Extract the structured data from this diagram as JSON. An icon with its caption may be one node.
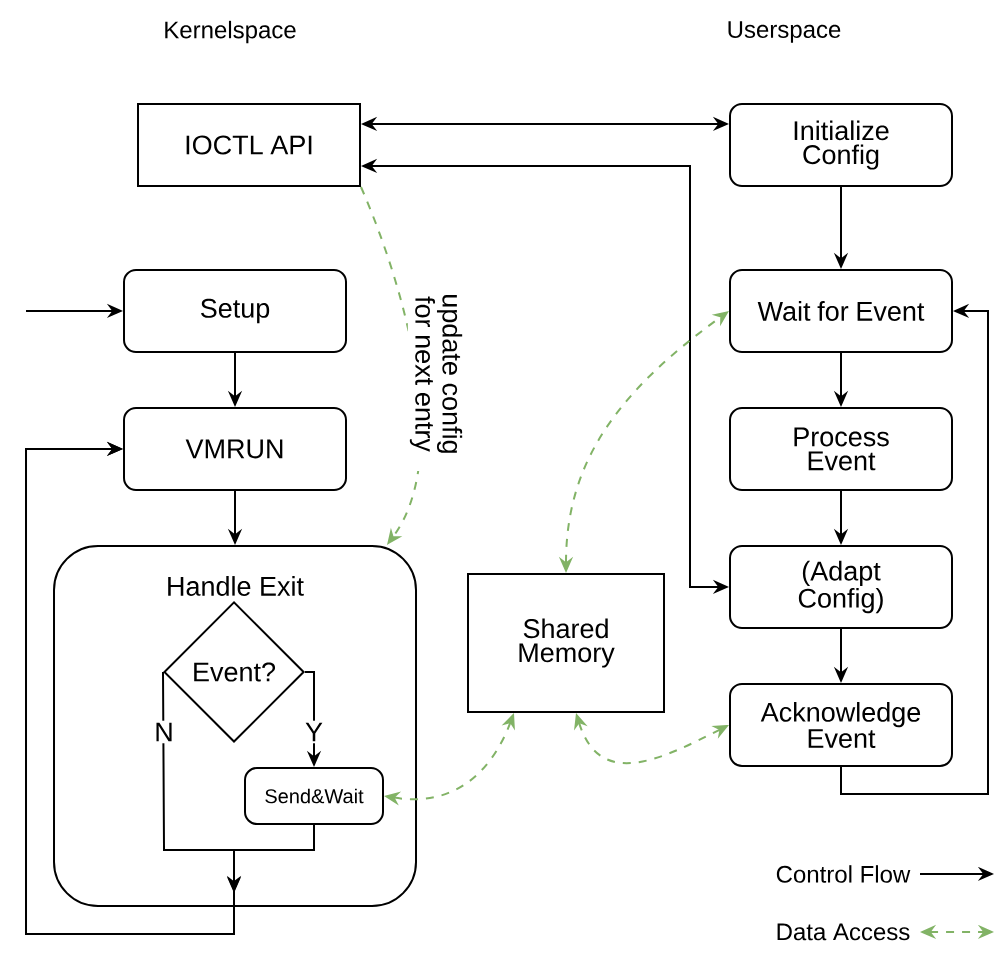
{
  "diagram": {
    "nodes": [
      {
        "text": [
          "IOCTL API"
        ]
      },
      {
        "text": [
          "Initialize Config"
        ]
      },
      {
        "text": [
          "Setup"
        ]
      },
      {
        "text": [
          "VMRUN"
        ]
      },
      {
        "text": [
          "Handle Exit"
        ]
      },
      {
        "text": [
          "Event?"
        ],
        "in": 4
      },
      {
        "text": [
          "Send&Wait"
        ],
        "in": 4
      },
      {
        "text": [
          "Shared Memory"
        ]
      },
      {
        "text": [
          "Wait for Event"
        ]
      },
      {
        "text": [
          "Process Event"
        ]
      },
      {
        "text": [
          "(Adapt Config)"
        ]
      },
      {
        "text": [
          "Acknowledge Event"
        ]
      }
    ],
    "edges": [
      {
        "from": 0,
        "to": 1,
        "arrow": "both"
      },
      {
        "from": 0,
        "to": 10,
        "arrow": "both"
      },
      {
        "from": 1,
        "to": 8,
        "arrow": "to"
      },
      {
        "from": null,
        "to": 2,
        "arrow": "to"
      },
      {
        "from": 2,
        "to": 3,
        "arrow": "to"
      },
      {
        "from": 3,
        "to": 4,
        "arrow": "to"
      },
      {
        "from": 5,
        "to": 6,
        "arrow": "to",
        "label": "Y"
      },
      {
        "from": 5,
        "to": 3,
        "arrow": "to",
        "label": "N"
      },
      {
        "from": 6,
        "to": 3,
        "arrow": "to"
      },
      {
        "from": 8,
        "to": 9,
        "arrow": "to"
      },
      {
        "from": 9,
        "to": 10,
        "arrow": "to"
      },
      {
        "from": 10,
        "to": 11,
        "arrow": "to"
      },
      {
        "from": 11,
        "to": 8,
        "arrow": "to"
      },
      {
        "from": 0,
        "to": 4,
        "arrow": "to",
        "label": "update config for next entry",
        "style": "dashed",
        "color": "#82b366"
      },
      {
        "from": 7,
        "to": 8,
        "arrow": "both",
        "style": "dashed",
        "color": "#82b366"
      },
      {
        "from": 6,
        "to": 7,
        "arrow": "both",
        "style": "dashed",
        "color": "#82b366"
      },
      {
        "from": 7,
        "to": 11,
        "arrow": "both",
        "style": "dashed",
        "color": "#82b366"
      }
    ],
    "labels": [
      "Kernelspace",
      "Userspace"
    ],
    "legend": [
      {
        "text": "Control Flow"
      },
      {
        "text": "Data Access"
      }
    ]
  }
}
